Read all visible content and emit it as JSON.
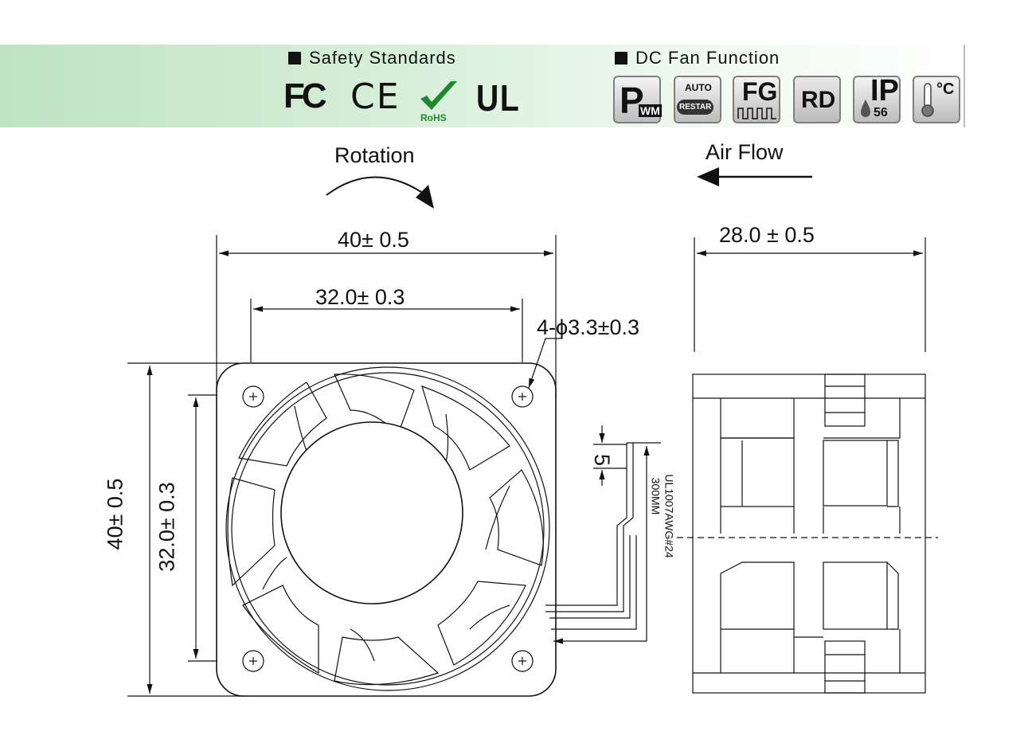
{
  "header": {
    "safety_title": "Safety Standards",
    "function_title": "DC Fan Function",
    "safety_marks": [
      "FC",
      "CE",
      "RoHS",
      "UL"
    ],
    "function_icons": [
      {
        "name": "pwm-icon",
        "text": "P",
        "sub": "WM"
      },
      {
        "name": "auto-restart-icon",
        "text": "AUTO",
        "sub": "RESTAR"
      },
      {
        "name": "fg-icon",
        "text": "FG"
      },
      {
        "name": "rd-icon",
        "text": "RD"
      },
      {
        "name": "ip56-icon",
        "text": "IP",
        "sub": "56"
      },
      {
        "name": "temperature-icon",
        "text": "°C"
      }
    ]
  },
  "drawing": {
    "rotation_label": "Rotation",
    "airflow_label": "Air Flow",
    "dim_width_overall": "40± 0.5",
    "dim_width_holes": "32.0± 0.3",
    "dim_depth": "28.0 ± 0.5",
    "dim_hole": "4-ϕ3.3±0.3",
    "dim_height_overall": "40± 0.5",
    "dim_height_holes": "32.0± 0.3",
    "dim_wire_strip": "5",
    "wire_spec_1": "UL1007AWG#24",
    "wire_spec_2": "300MM"
  },
  "colors": {
    "banner_green": "#bfe3c3",
    "rohs_green": "#1d8a2e",
    "line": "#111111"
  }
}
